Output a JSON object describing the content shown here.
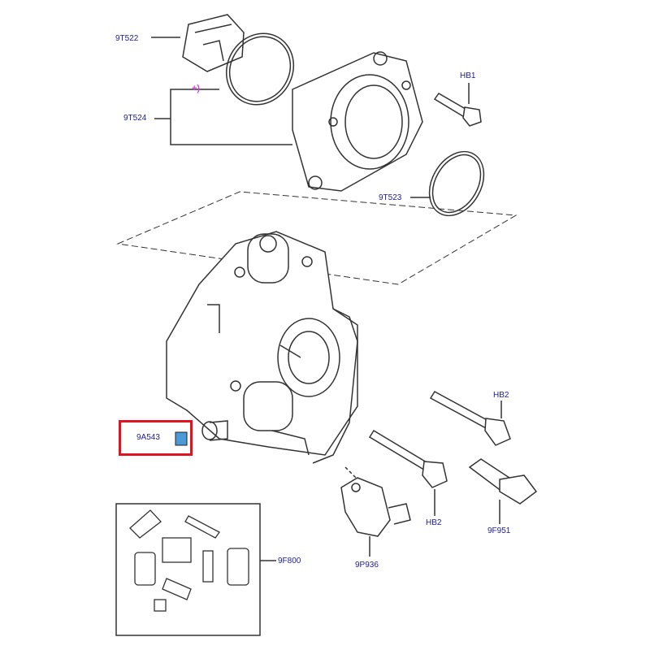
{
  "labels": {
    "p9T522": "9T522",
    "p9T524": "9T524",
    "note": "+)",
    "hb1": "HB1",
    "p9T523": "9T523",
    "hb2_upper": "HB2",
    "p9A543": "9A543",
    "hb2_lower": "HB2",
    "p9F951": "9F951",
    "p9F800": "9F800",
    "p9P936": "9P936"
  },
  "colors": {
    "label": "#1c1c9c",
    "highlight": "#e0141e",
    "note": "#e040e0",
    "part_icon": "#4a9ad8"
  }
}
